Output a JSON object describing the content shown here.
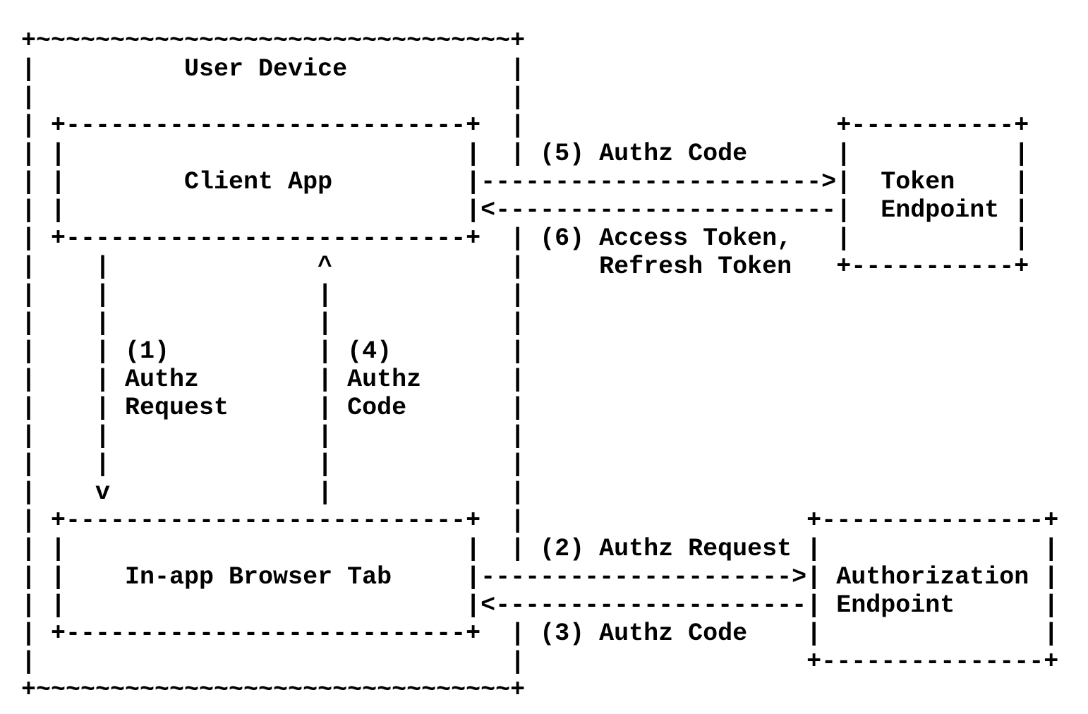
{
  "colors": {
    "background": "#ffffff",
    "ink": "#000000"
  },
  "diagram": {
    "type": "ascii-art-flow",
    "description_visible_text": "OAuth authorization flow between a Client App and an In-app Browser Tab on a User Device, and Token / Authorization Endpoints",
    "entities": [
      "User Device",
      "Client App",
      "In-app Browser Tab",
      "Token Endpoint",
      "Authorization Endpoint"
    ],
    "flows": [
      {
        "step": "(1)",
        "label": "Authz Request",
        "from": "Client App",
        "to": "In-app Browser Tab"
      },
      {
        "step": "(2)",
        "label": "Authz Request",
        "from": "In-app Browser Tab",
        "to": "Authorization Endpoint"
      },
      {
        "step": "(3)",
        "label": "Authz Code",
        "from": "Authorization Endpoint",
        "to": "In-app Browser Tab"
      },
      {
        "step": "(4)",
        "label": "Authz Code",
        "from": "In-app Browser Tab",
        "to": "Client App"
      },
      {
        "step": "(5)",
        "label": "Authz Code",
        "from": "Client App",
        "to": "Token Endpoint"
      },
      {
        "step": "(6)",
        "label": "Access Token, Refresh Token",
        "from": "Token Endpoint",
        "to": "Client App"
      }
    ],
    "lines": [
      "+~~~~~~~~~~~~~~~~~~~~~~~~~~~~~~~~+",
      "|          User Device           |",
      "|                                |",
      "| +---------------------------+  |                     +-----------+",
      "| |                           |  | (5) Authz Code      |           |",
      "| |        Client App         |----------------------->|  Token    |",
      "| |                           |<-----------------------|  Endpoint |",
      "| +---------------------------+  | (6) Access Token,   |           |",
      "|    |              ^            |     Refresh Token   +-----------+",
      "|    |              |            |",
      "|    |              |            |",
      "|    | (1)          | (4)        |",
      "|    | Authz        | Authz      |",
      "|    | Request      | Code       |",
      "|    |              |            |",
      "|    |              |            |",
      "|    v              |            |",
      "| +---------------------------+  |                   +---------------+",
      "| |                           |  | (2) Authz Request |               |",
      "| |    In-app Browser Tab     |--------------------->| Authorization |",
      "| |                           |<---------------------| Endpoint      |",
      "| +---------------------------+  | (3) Authz Code    |               |",
      "|                                |                   +---------------+",
      "+~~~~~~~~~~~~~~~~~~~~~~~~~~~~~~~~+"
    ]
  }
}
